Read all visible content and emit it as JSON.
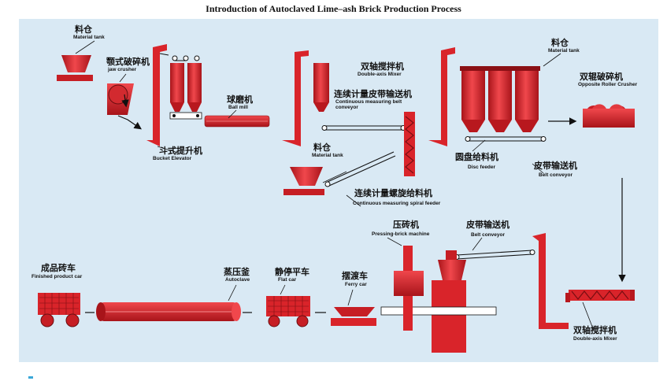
{
  "title": "Introduction of Autoclaved Lime–ash Brick Production Process",
  "colors": {
    "red": "#e4262c",
    "dark_red": "#a8141a",
    "panel": "#d9e9f4",
    "steel": "#ffffff"
  },
  "labels": {
    "material_tank_1": {
      "zh": "料仓",
      "en": "Material tank"
    },
    "jaw_crusher": {
      "zh": "颚式破碎机",
      "en": "jaw crusher"
    },
    "bucket_elevator": {
      "zh": "斗式提升机",
      "en": "Bucket Elevator"
    },
    "ball_mill": {
      "zh": "球磨机",
      "en": "Ball mill"
    },
    "double_axis_mixer_top": {
      "zh": "双轴搅拌机",
      "en": "Double-axis Mixer"
    },
    "continuous_belt": {
      "zh": "连续计量皮带输送机",
      "en": "Continuous measuring belt conveyor"
    },
    "material_tank_2": {
      "zh": "料仓",
      "en": "Material tank"
    },
    "spiral_feeder": {
      "zh": "连续计量螺旋给料机",
      "en": "Continuous measuring spiral feeder"
    },
    "material_tank_3": {
      "zh": "料仓",
      "en": "Material tank"
    },
    "roller_crusher": {
      "zh": "双辊破碎机",
      "en": "Opposite Roller Crusher"
    },
    "disc_feeder": {
      "zh": "圆盘给料机",
      "en": "Disc feeder"
    },
    "belt_conveyor_top": {
      "zh": "皮带输送机",
      "en": "Belt conveyor"
    },
    "finished_car": {
      "zh": "成品砖车",
      "en": "Finished product car"
    },
    "autoclave": {
      "zh": "蒸压釜",
      "en": "Autoclave"
    },
    "flat_car": {
      "zh": "静停平车",
      "en": "Flat car"
    },
    "ferry_car": {
      "zh": "摆渡车",
      "en": "Ferry car"
    },
    "press": {
      "zh": "压砖机",
      "en": "Pressing-brick machine"
    },
    "belt_conveyor_bottom": {
      "zh": "皮带输送机",
      "en": "Belt conveyor"
    },
    "double_axis_mixer_bottom": {
      "zh": "双轴搅拌机",
      "en": "Double-axis Mixer"
    }
  }
}
